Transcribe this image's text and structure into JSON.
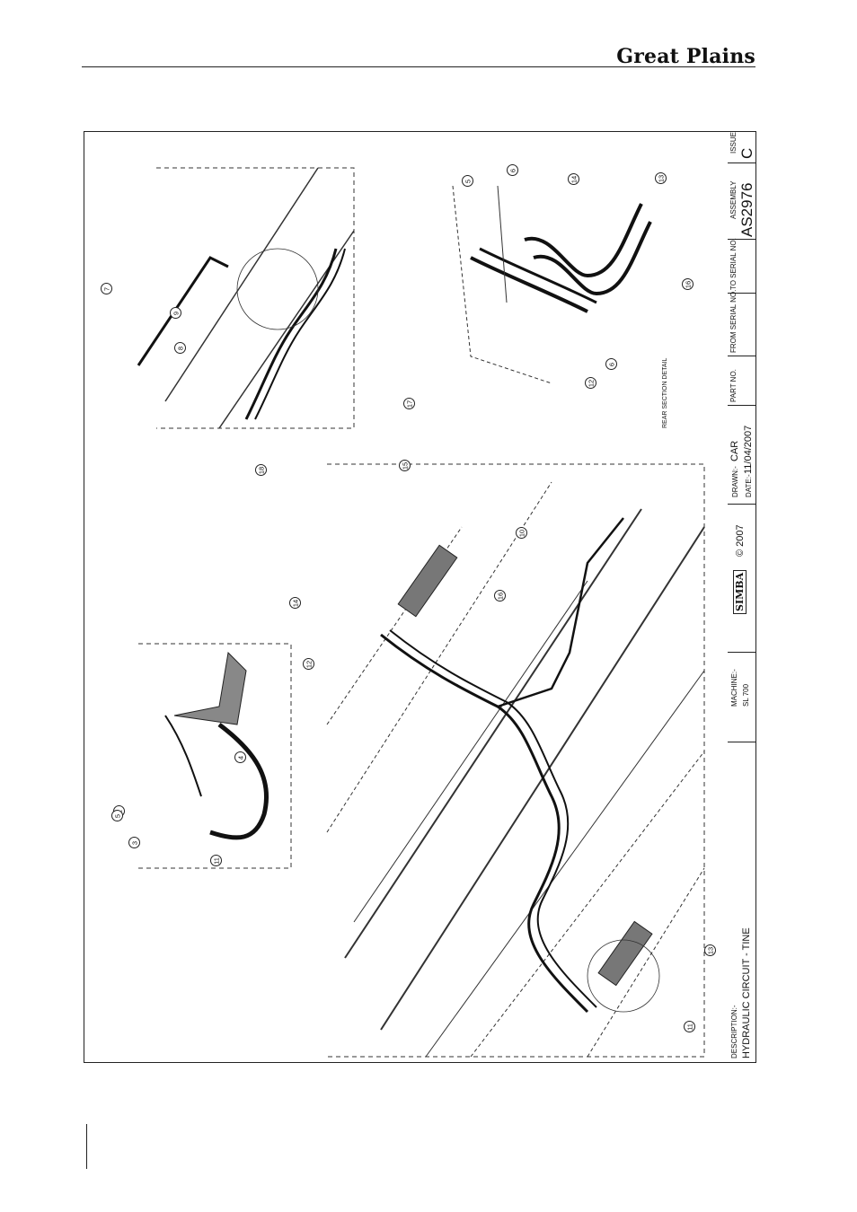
{
  "header": {
    "brand": "Great Plains"
  },
  "title_block": {
    "description_label": "DESCRIPTION:-",
    "description": "HYDRAULIC CIRCUIT - TINE",
    "machine_label": "MACHINE:-",
    "machine": "SL 700",
    "logo_text": "SIMBA",
    "copyright": "© 2007",
    "drawn_label": "DRAWN:-",
    "drawn": "CAR",
    "date_label": "DATE:-",
    "date": "11/04/2007",
    "part_no_label": "PART NO.",
    "from_serial_label": "FROM SERIAL NO.",
    "to_serial_label": "TO SERIAL NO.",
    "assembly_label": "ASSEMBLY",
    "assembly": "AS2976",
    "issue_label": "ISSUE",
    "issue": "C"
  },
  "drawing": {
    "detail_note": "REAR SECTION DETAIL",
    "callouts": [
      "1",
      "3",
      "4",
      "5",
      "11",
      "12",
      "13",
      "11",
      "14",
      "15",
      "10",
      "16",
      "7",
      "9",
      "8",
      "18",
      "17",
      "5",
      "6",
      "14",
      "13",
      "16",
      "12",
      "6"
    ]
  }
}
